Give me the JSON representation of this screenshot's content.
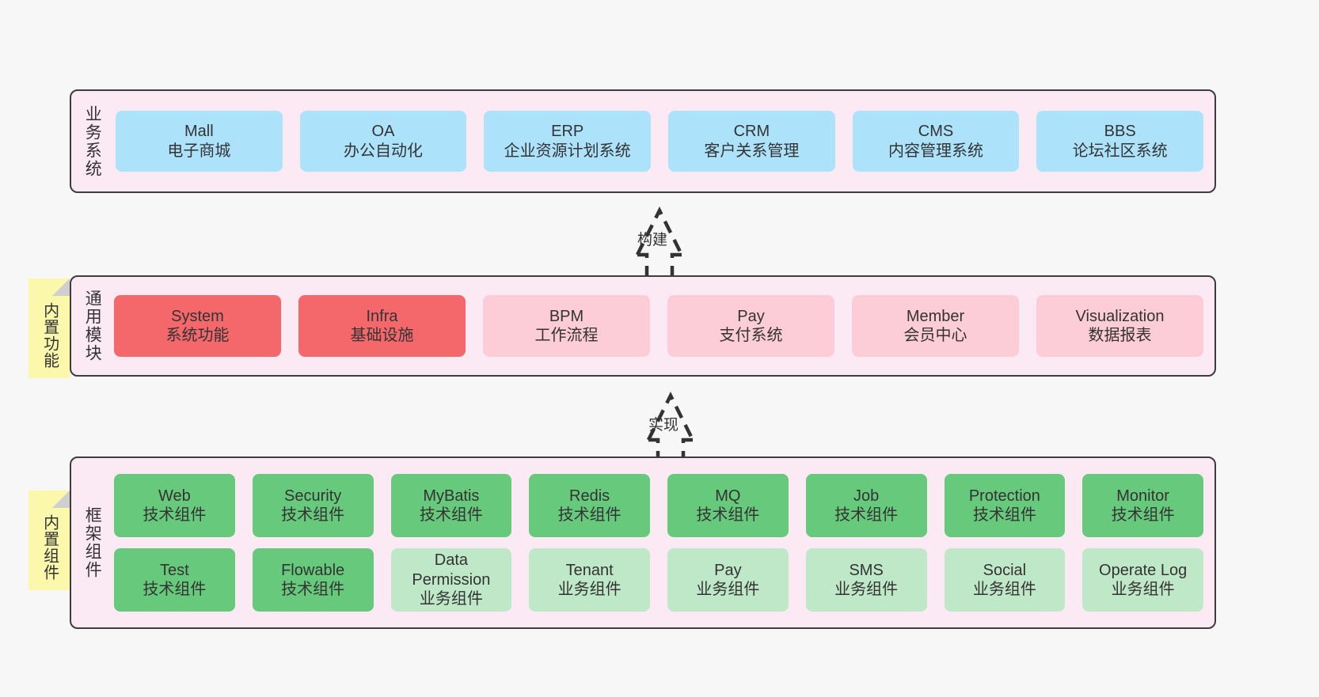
{
  "diagram": {
    "title_hidden": "",
    "colors": {
      "canvas_bg": "#f7f7f7",
      "layer_bg": "#fbeaf4",
      "layer_border": "#3d3d3d",
      "business_card": "#ade2fb",
      "module_strong": "#f4686c",
      "module_light": "#fccdd6",
      "component_tech": "#67c97c",
      "component_biz": "#bfe8c8",
      "note_bg": "#fbf7ab",
      "note_fold": "#cfcfcf",
      "text": "#333333"
    }
  },
  "layers": [
    {
      "id": "business",
      "title": "业务系统",
      "rows": [
        {
          "cards": [
            {
              "name": "Mall",
              "sub": "电子商城",
              "style": "blue"
            },
            {
              "name": "OA",
              "sub": "办公自动化",
              "style": "blue"
            },
            {
              "name": "ERP",
              "sub": "企业资源计划系统",
              "style": "blue"
            },
            {
              "name": "CRM",
              "sub": "客户关系管理",
              "style": "blue"
            },
            {
              "name": "CMS",
              "sub": "内容管理系统",
              "style": "blue"
            },
            {
              "name": "BBS",
              "sub": "论坛社区系统",
              "style": "blue"
            }
          ]
        }
      ]
    },
    {
      "id": "common",
      "title": "通用模块",
      "note": "内置功能",
      "rows": [
        {
          "cards": [
            {
              "name": "System",
              "sub": "系统功能",
              "style": "red-strong"
            },
            {
              "name": "Infra",
              "sub": "基础设施",
              "style": "red-strong"
            },
            {
              "name": "BPM",
              "sub": "工作流程",
              "style": "red-light"
            },
            {
              "name": "Pay",
              "sub": "支付系统",
              "style": "red-light"
            },
            {
              "name": "Member",
              "sub": "会员中心",
              "style": "red-light"
            },
            {
              "name": "Visualization",
              "sub": "数据报表",
              "style": "red-light"
            }
          ]
        }
      ]
    },
    {
      "id": "framework",
      "title": "框架组件",
      "note": "内置组件",
      "rows": [
        {
          "cards": [
            {
              "name": "Web",
              "sub": "技术组件",
              "style": "green-strong"
            },
            {
              "name": "Security",
              "sub": "技术组件",
              "style": "green-strong"
            },
            {
              "name": "MyBatis",
              "sub": "技术组件",
              "style": "green-strong"
            },
            {
              "name": "Redis",
              "sub": "技术组件",
              "style": "green-strong"
            },
            {
              "name": "MQ",
              "sub": "技术组件",
              "style": "green-strong"
            },
            {
              "name": "Job",
              "sub": "技术组件",
              "style": "green-strong"
            },
            {
              "name": "Protection",
              "sub": "技术组件",
              "style": "green-strong"
            },
            {
              "name": "Monitor",
              "sub": "技术组件",
              "style": "green-strong"
            }
          ]
        },
        {
          "cards": [
            {
              "name": "Test",
              "sub": "技术组件",
              "style": "green-strong"
            },
            {
              "name": "Flowable",
              "sub": "技术组件",
              "style": "green-strong"
            },
            {
              "name": "Data Permission",
              "sub": "业务组件",
              "style": "green-light"
            },
            {
              "name": "Tenant",
              "sub": "业务组件",
              "style": "green-light"
            },
            {
              "name": "Pay",
              "sub": "业务组件",
              "style": "green-light"
            },
            {
              "name": "SMS",
              "sub": "业务组件",
              "style": "green-light"
            },
            {
              "name": "Social",
              "sub": "业务组件",
              "style": "green-light"
            },
            {
              "name": "Operate Log",
              "sub": "业务组件",
              "style": "green-light"
            }
          ]
        }
      ]
    }
  ],
  "connectors": [
    {
      "id": "build",
      "label": "构建",
      "from": "common",
      "to": "business"
    },
    {
      "id": "implement",
      "label": "实现",
      "from": "framework",
      "to": "common"
    }
  ]
}
